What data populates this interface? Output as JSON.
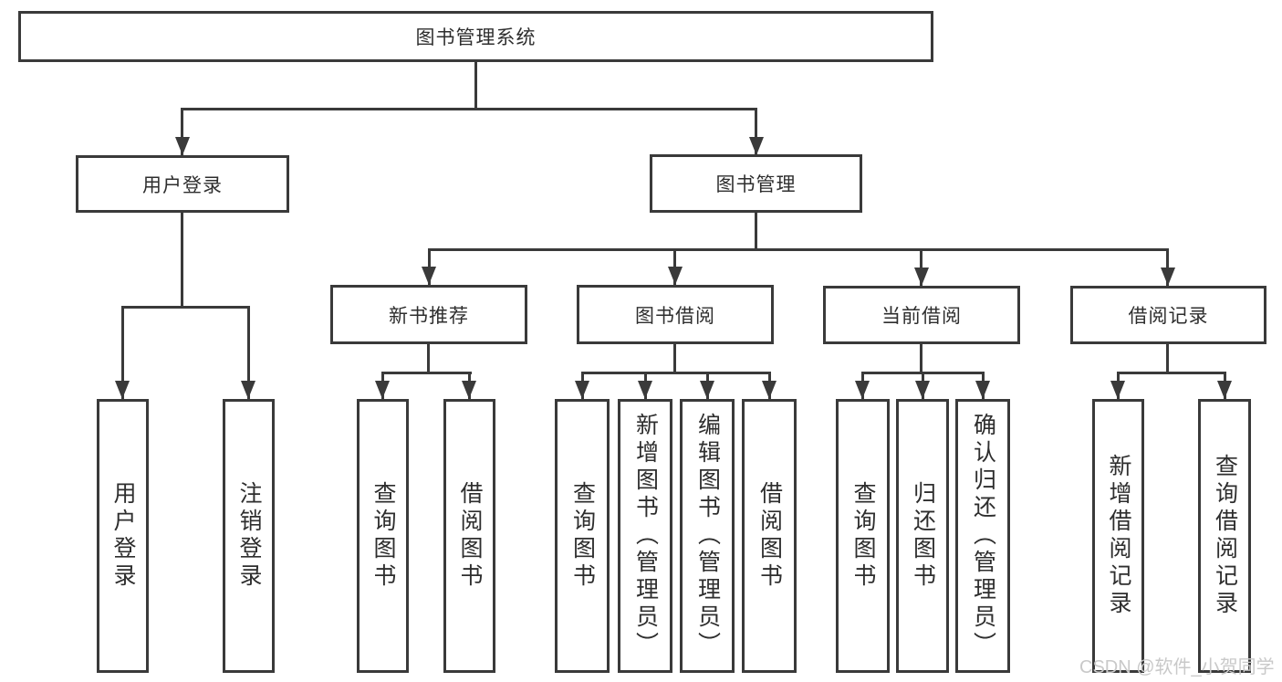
{
  "colors": {
    "line": "#3a3a3a",
    "text": "#2e2e2e",
    "watermark": "#c9c9c9",
    "background": "#ffffff"
  },
  "diagram": {
    "root": {
      "label": "图书管理系统"
    },
    "branches": [
      {
        "label": "用户登录",
        "children": [
          {
            "label": "用户登录"
          },
          {
            "label": "注销登录"
          }
        ]
      },
      {
        "label": "图书管理",
        "children": [
          {
            "label": "新书推荐",
            "children": [
              {
                "label": "查询图书"
              },
              {
                "label": "借阅图书"
              }
            ]
          },
          {
            "label": "图书借阅",
            "children": [
              {
                "label": "查询图书"
              },
              {
                "label": "新增图书（管理员）"
              },
              {
                "label": "编辑图书（管理员）"
              },
              {
                "label": "借阅图书"
              }
            ]
          },
          {
            "label": "当前借阅",
            "children": [
              {
                "label": "查询图书"
              },
              {
                "label": "归还图书"
              },
              {
                "label": "确认归还（管理员）"
              }
            ]
          },
          {
            "label": "借阅记录",
            "children": [
              {
                "label": "新增借阅记录"
              },
              {
                "label": "查询借阅记录"
              }
            ]
          }
        ]
      }
    ]
  },
  "watermark": {
    "text": "CSDN @软件_小贺同学"
  }
}
